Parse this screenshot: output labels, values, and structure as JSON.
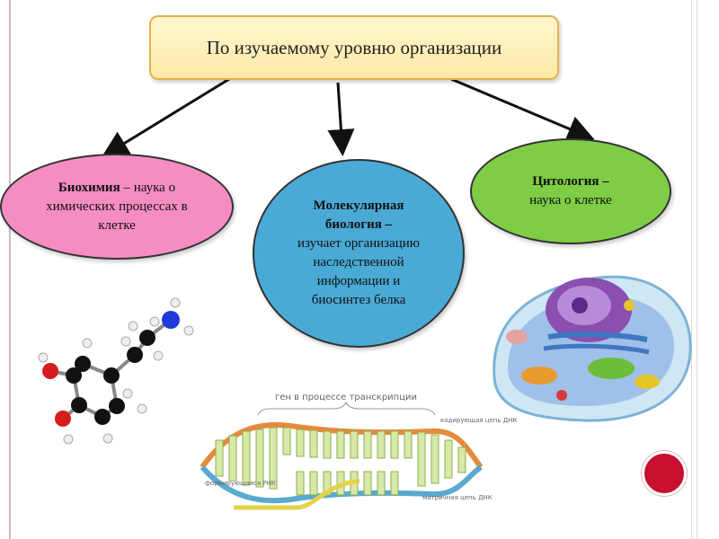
{
  "title": "По изучаемому уровню организации",
  "nodes": {
    "biochemistry": {
      "term": "Биохимия",
      "desc": " – наука о химических процессах в клетке"
    },
    "molecular": {
      "term": "Молекулярная биология –",
      "desc": "изучает организацию наследственной информации и биосинтез белка"
    },
    "cytology": {
      "term": "Цитология –",
      "desc": "наука о клетке"
    }
  },
  "dna_figure": {
    "header": "ген в процессе транскрипции",
    "label_coding": "кодирующая цепь ДНК",
    "label_rna": "формирующаяся РНК",
    "label_template": "матричная цепь ДНК"
  },
  "colors": {
    "title_fill": "#fde9a6",
    "title_border": "#e6b24a",
    "biochemistry": "#f58dc2",
    "molecular": "#4aaad6",
    "cytology": "#7fcc45",
    "accent_dot": "#c8102e"
  },
  "icons": [
    "molecule-illustration",
    "dna-transcription-illustration",
    "cell-illustration"
  ]
}
